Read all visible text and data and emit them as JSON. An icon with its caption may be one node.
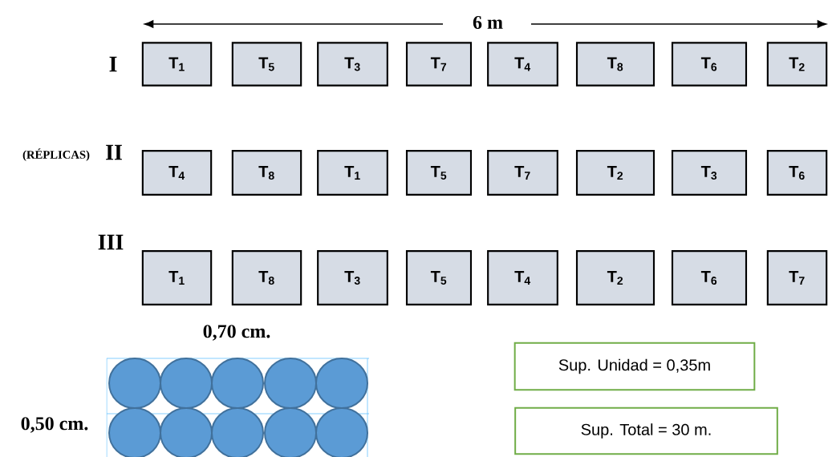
{
  "diagram": {
    "nodes": [
      {
        "text": [
          "T$_{1}$"
        ]
      },
      {
        "text": [
          "T$_{5}$"
        ]
      },
      {
        "text": [
          "T$_{3}$"
        ]
      },
      {
        "text": [
          "T$_{7}$"
        ]
      },
      {
        "text": [
          "T$_{4}$"
        ]
      },
      {
        "text": [
          "T$_{8}$"
        ]
      },
      {
        "text": [
          "T$_{6}$"
        ]
      },
      {
        "text": [
          "T$_{2}$"
        ]
      },
      {
        "text": [
          "T$_{4}$"
        ]
      },
      {
        "text": [
          "T$_{8}$"
        ]
      },
      {
        "text": [
          "T$_{1}$"
        ]
      },
      {
        "text": [
          "T$_{5}$"
        ]
      },
      {
        "text": [
          "T$_{7}$"
        ]
      },
      {
        "text": [
          "T$_{2}$"
        ]
      },
      {
        "text": [
          "T$_{3}$"
        ]
      },
      {
        "text": [
          "T$_{6}$"
        ]
      },
      {
        "text": [
          "T$_{1}$"
        ]
      },
      {
        "text": [
          "T$_{8}$"
        ]
      },
      {
        "text": [
          "T$_{3}$"
        ]
      },
      {
        "text": [
          "T$_{5}$"
        ]
      },
      {
        "text": [
          "T$_{4}$"
        ]
      },
      {
        "text": [
          "T$_{2}$"
        ]
      },
      {
        "text": [
          "T$_{6}$"
        ]
      },
      {
        "text": [
          "T$_{7}$"
        ]
      },
      {
        "text": [
          "Sup. Unidad = 0,35m"
        ]
      },
      {
        "text": [
          "Sup. Total = 30 m."
        ]
      }
    ],
    "labels": [
      "6 m",
      "I",
      "(RÉPLICAS)",
      "II",
      "III",
      "0,70 cm.",
      "0,50 cm."
    ]
  }
}
